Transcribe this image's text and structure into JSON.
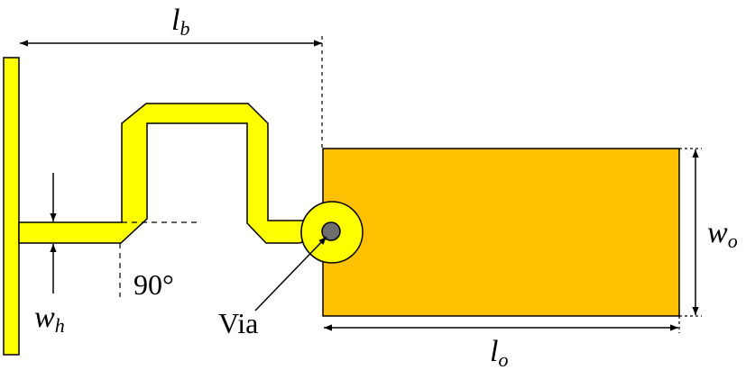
{
  "colors": {
    "trace": "#ffff00",
    "patch": "#ffc000",
    "outline": "#000000",
    "via": "#6e6e6e"
  },
  "labels": {
    "lb": {
      "var": "l",
      "sub": "b"
    },
    "wh": {
      "var": "w",
      "sub": "h"
    },
    "wo": {
      "var": "w",
      "sub": "o"
    },
    "lo": {
      "var": "l",
      "sub": "o"
    },
    "angle": "90°",
    "via": "Via"
  }
}
